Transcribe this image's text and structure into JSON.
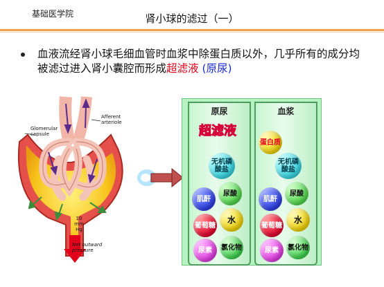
{
  "header": {
    "institution": "基础医学院",
    "title": "肾小球的滤过（一）"
  },
  "bullet": {
    "text_before": "血液流经肾小球毛细血管时血浆中除蛋白质以外，几乎所有的成分均被滤过进入肾小囊腔而形成",
    "highlight_red": "超滤液",
    "highlight_blue": "(原尿)"
  },
  "diagram": {
    "afferent_arteriole": "Afferent arteriole",
    "glomerular_capsule": "Glomerular capsule",
    "pressure_value": "10 mm Hg",
    "net_outward_pressure": "Net outward pressure"
  },
  "tubes": {
    "left": {
      "label": "原尿",
      "title": "超滤液",
      "balls": {
        "inorganic": "无机磷酸盐",
        "uric_acid": "尿酸",
        "creatinine": "肌酐",
        "water": "水",
        "glucose": "葡萄糖",
        "urea": "尿素",
        "chloride": "氯化物"
      }
    },
    "right": {
      "label": "血浆",
      "balls": {
        "protein": "蛋白质",
        "inorganic": "无机磷酸盐",
        "uric_acid": "尿酸",
        "creatinine": "肌酐",
        "water": "水",
        "glucose": "葡萄糖",
        "urea": "尿素",
        "chloride": "氯化物"
      }
    }
  },
  "colors": {
    "accent_line": "#f0a24a",
    "highlight_red": "#e3001b",
    "highlight_blue": "#1a2ad8",
    "panel_bg": "#b6f2c2"
  }
}
